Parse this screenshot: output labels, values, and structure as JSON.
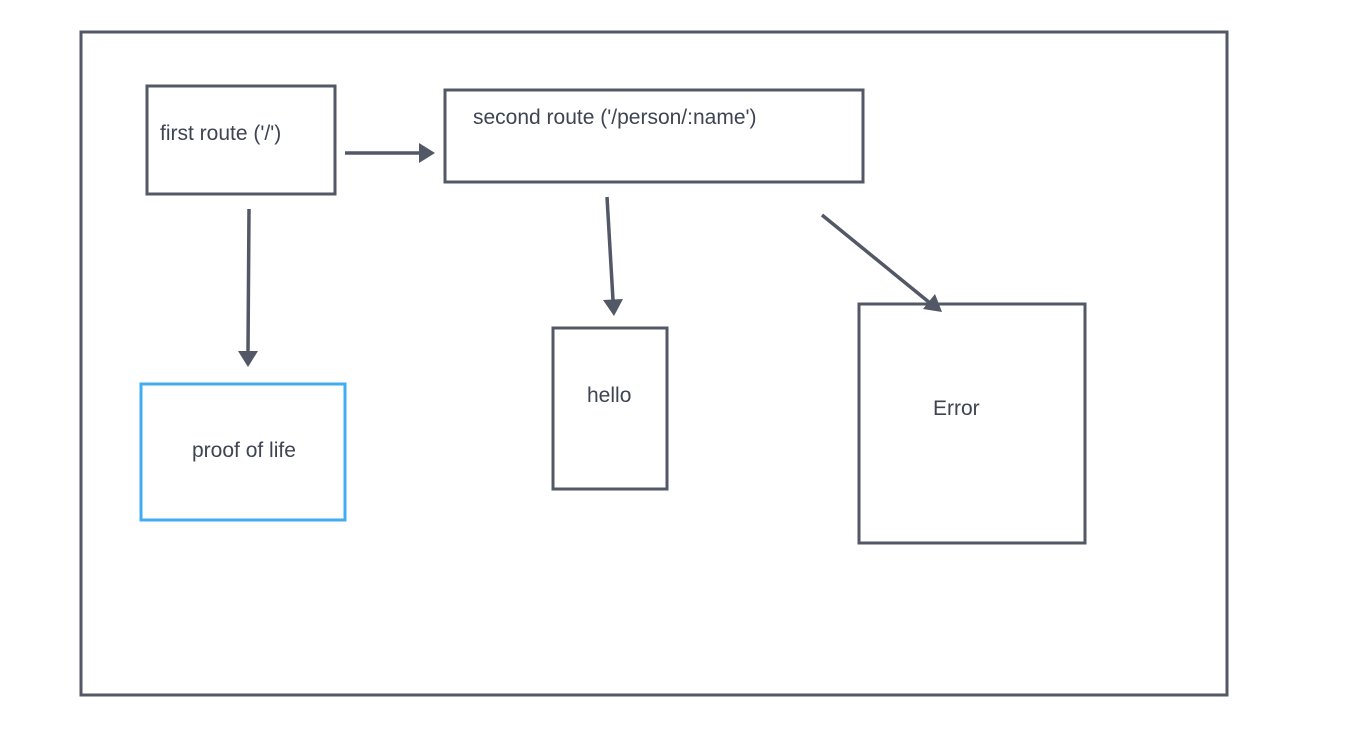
{
  "diagram": {
    "nodes": {
      "first_route": "first route ('/')",
      "second_route": "second route ('/person/:name')",
      "proof_of_life": "proof of life",
      "hello": "hello",
      "error": "Error"
    },
    "colors": {
      "stroke": "#535866",
      "highlight": "#41adf0",
      "text": "#3f4452"
    }
  }
}
